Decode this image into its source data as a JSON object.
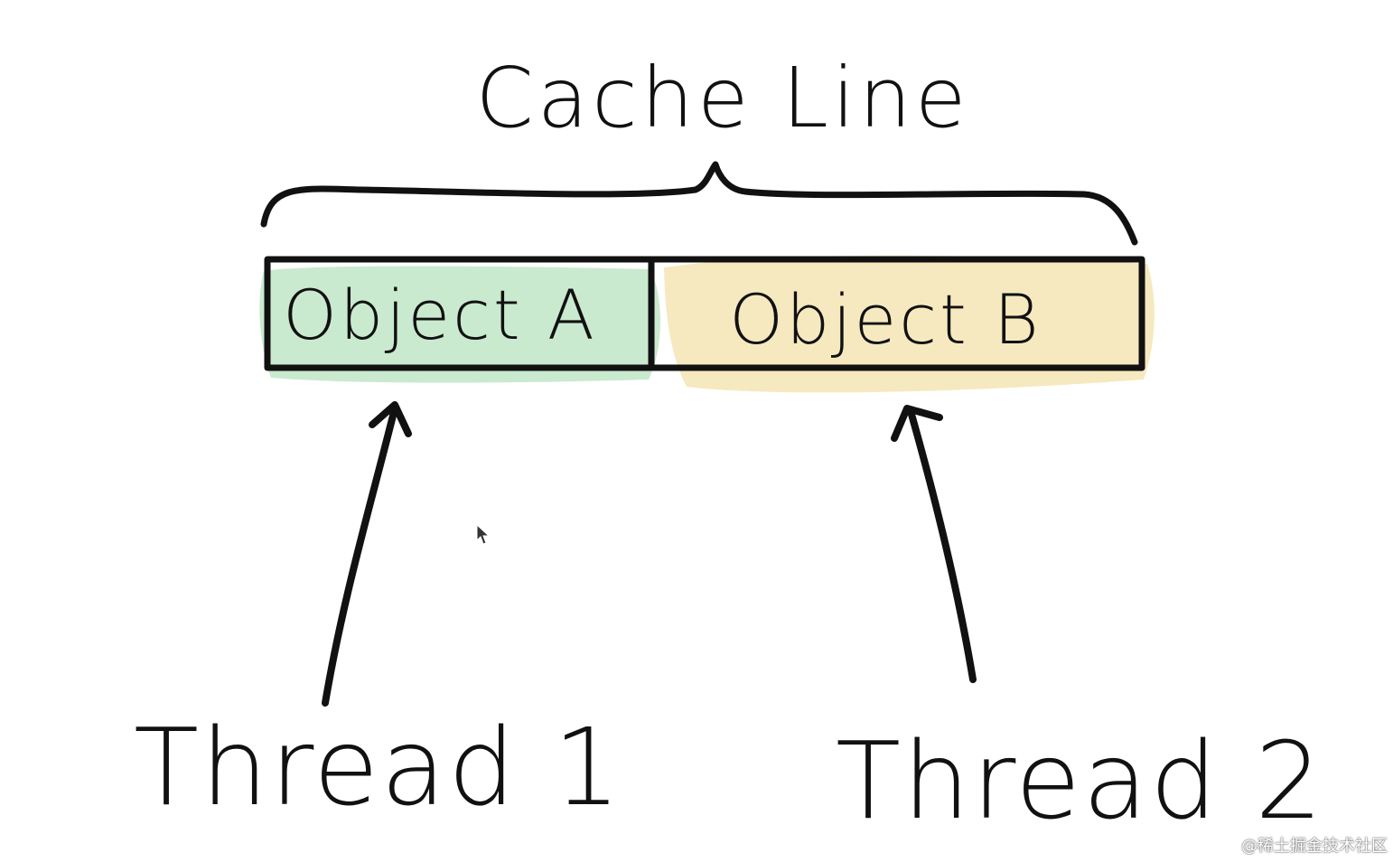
{
  "title": "Cache Line",
  "objects": {
    "a": {
      "label": "Object A",
      "color": "#bfe6c7"
    },
    "b": {
      "label": "Object B",
      "color": "#f4e5b4"
    }
  },
  "threads": {
    "t1": {
      "label": "Thread 1"
    },
    "t2": {
      "label": "Thread 2"
    }
  },
  "watermark": "@稀土掘金技术社区",
  "icons": {
    "cursor": "mouse-pointer-icon"
  }
}
